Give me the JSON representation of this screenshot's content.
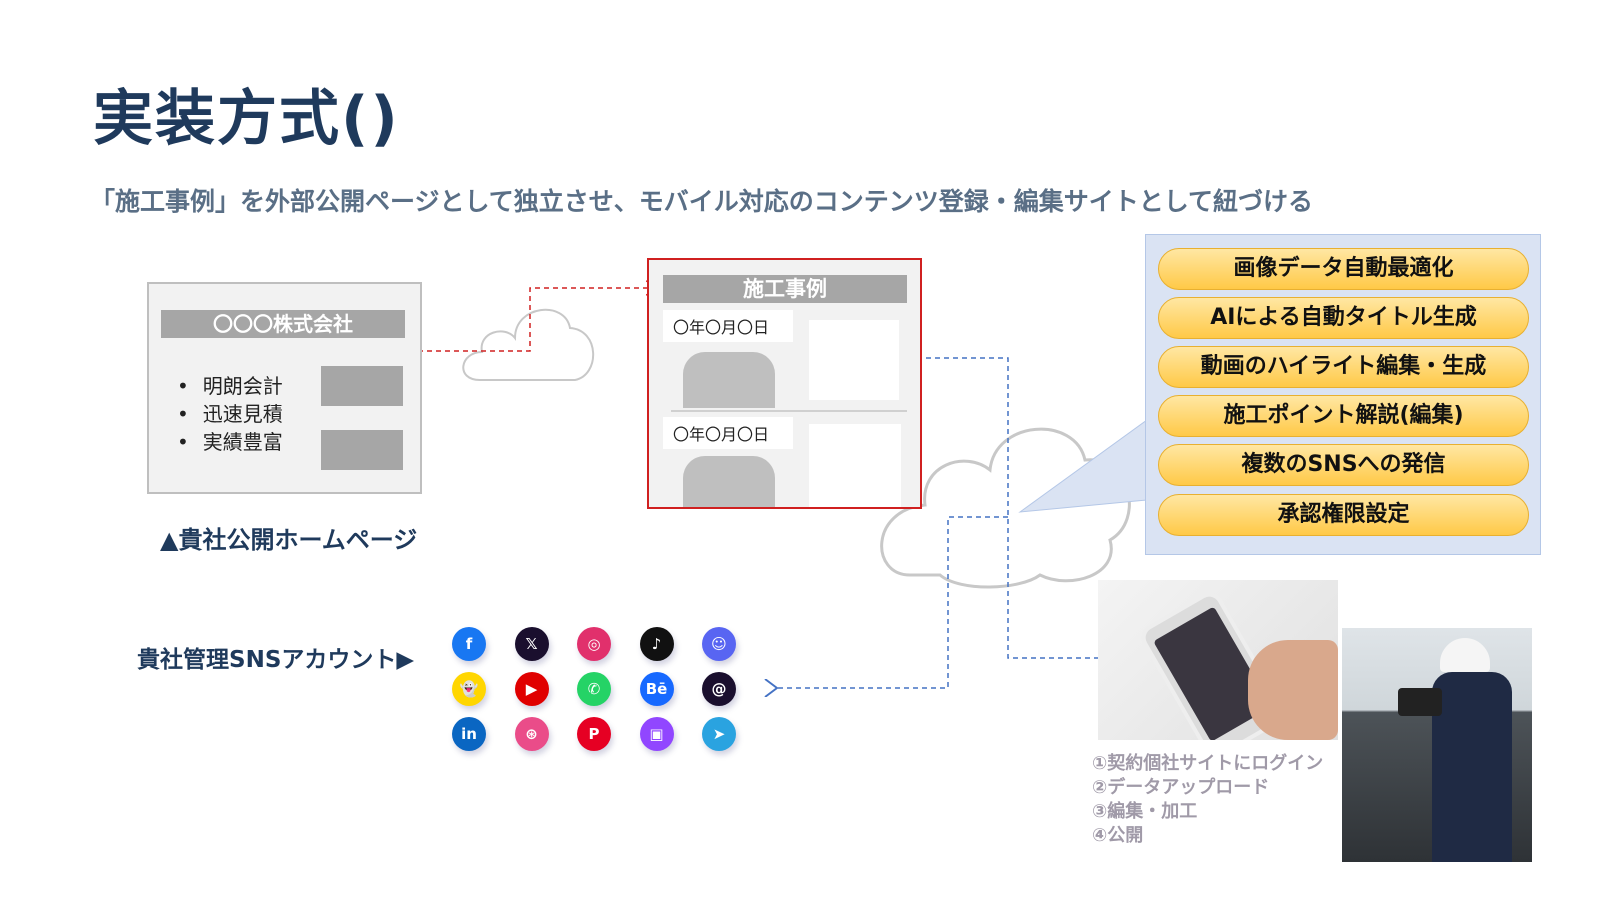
{
  "title": "実装方式()",
  "subtitle": "「施工事例」を外部公開ページとして独立させ、モバイル対応のコンテンツ登録・編集サイトとして紐づける",
  "homepage": {
    "header": "〇〇〇株式会社",
    "bullets": [
      "明朗会計",
      "迅速見積",
      "実績豊富"
    ],
    "caption": "▲貴社公開ホームページ"
  },
  "case_page": {
    "header": "施工事例",
    "dates": [
      "〇年〇月〇日",
      "〇年〇月〇日"
    ]
  },
  "features": [
    "画像データ自動最適化",
    "AIによる自動タイトル生成",
    "動画のハイライト編集・生成",
    "施工ポイント解説(編集)",
    "複数のSNSへの発信",
    "承認権限設定"
  ],
  "sns": {
    "label": "貴社管理SNSアカウント▶",
    "icons": [
      {
        "name": "facebook-icon",
        "glyph": "f",
        "color": "#1877f2"
      },
      {
        "name": "x-icon",
        "glyph": "𝕏",
        "color": "#1a0f2e"
      },
      {
        "name": "instagram-icon",
        "glyph": "◎",
        "color": "#e1306c"
      },
      {
        "name": "tiktok-icon",
        "glyph": "♪",
        "color": "#111111"
      },
      {
        "name": "discord-icon",
        "glyph": "☺",
        "color": "#5865f2"
      },
      {
        "name": "snapchat-icon",
        "glyph": "👻",
        "color": "#ffd600"
      },
      {
        "name": "youtube-icon",
        "glyph": "▶",
        "color": "#e00000"
      },
      {
        "name": "whatsapp-icon",
        "glyph": "✆",
        "color": "#25d366"
      },
      {
        "name": "behance-icon",
        "glyph": "Bē",
        "color": "#1769ff"
      },
      {
        "name": "threads-icon",
        "glyph": "@",
        "color": "#1a0f2e"
      },
      {
        "name": "linkedin-icon",
        "glyph": "in",
        "color": "#0a66c2"
      },
      {
        "name": "dribbble-icon",
        "glyph": "⊛",
        "color": "#ea4c89"
      },
      {
        "name": "pinterest-icon",
        "glyph": "P",
        "color": "#e60023"
      },
      {
        "name": "twitch-icon",
        "glyph": "▣",
        "color": "#9146ff"
      },
      {
        "name": "telegram-icon",
        "glyph": "➤",
        "color": "#2aa3e0"
      }
    ]
  },
  "steps": [
    "①契約個社サイトにログイン",
    "②データアップロード",
    "③編集・加工",
    "④公開"
  ]
}
